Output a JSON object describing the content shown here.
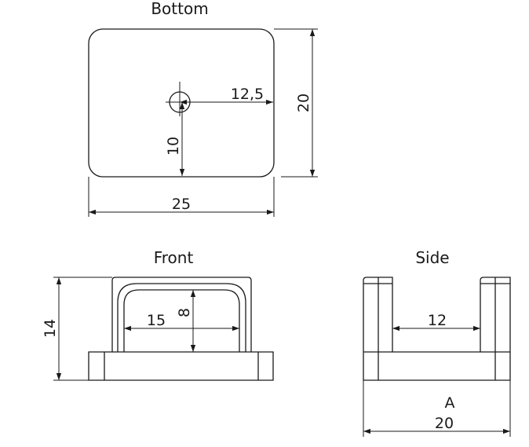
{
  "views": {
    "bottom": {
      "title": "Bottom"
    },
    "front": {
      "title": "Front"
    },
    "side": {
      "title": "Side"
    }
  },
  "dimensions": {
    "bottom_width": "25",
    "bottom_height": "20",
    "hole_offset_x": "12,5",
    "hole_offset_y": "10",
    "front_height": "14",
    "front_slot_width": "15",
    "front_slot_height": "8",
    "side_slot_width": "12",
    "side_width": "20",
    "side_label": "A"
  }
}
